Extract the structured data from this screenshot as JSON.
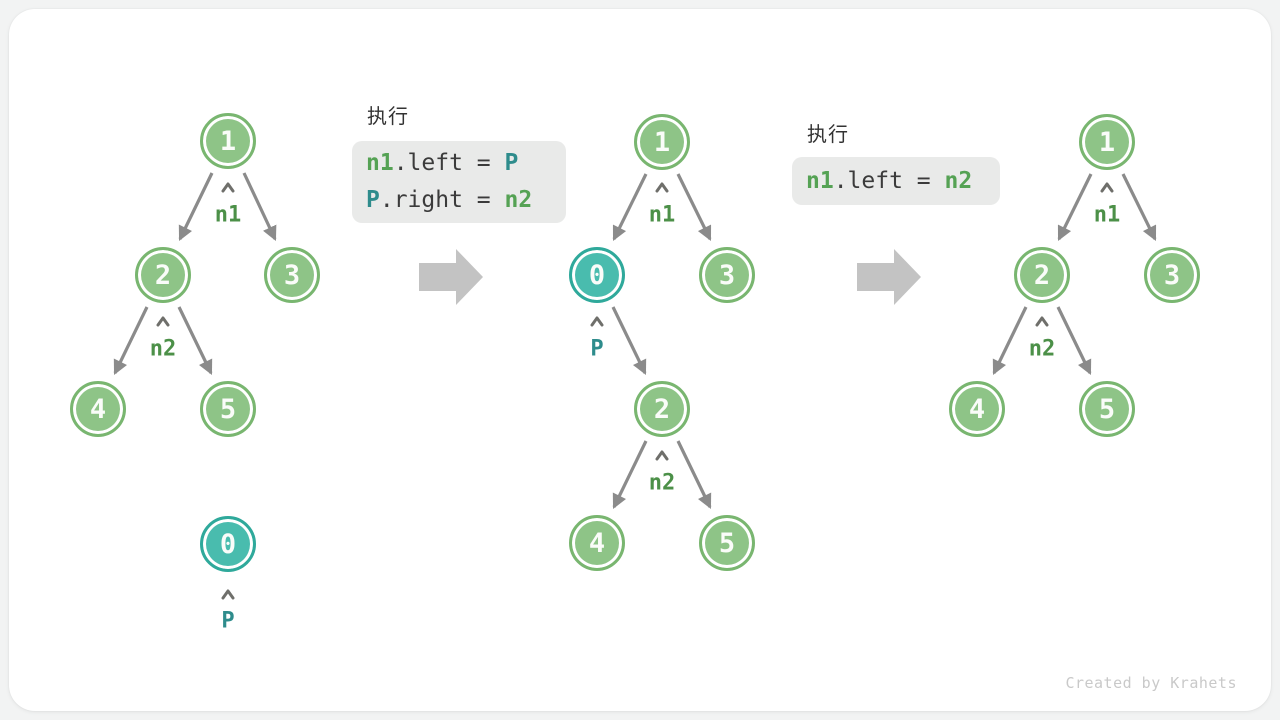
{
  "watermark": "Created by Krahets",
  "colors": {
    "node_green_fill": "#8ec487",
    "node_green_border": "#79b670",
    "node_teal_fill": "#49bcae",
    "node_teal_border": "#2fa99b",
    "pointer_label_green": "#4c9048",
    "pointer_label_teal": "#2e8c8c",
    "code_token_green": "#55a254",
    "code_token_teal": "#2e8c8c",
    "code_box_bg": "#e9eae9",
    "edge_gray": "#8b8b8b",
    "flow_arrow_gray": "#c3c3c3"
  },
  "panels": [
    {
      "exec_label": "执行",
      "code_lines": [
        {
          "segments": [
            {
              "text": "n1"
            },
            {
              "text": ".left = "
            },
            {
              "text": "P"
            }
          ]
        },
        {
          "segments": [
            {
              "text": "P"
            },
            {
              "text": ".right = "
            },
            {
              "text": "n2"
            }
          ]
        }
      ]
    },
    {
      "exec_label": "执行",
      "code_lines": [
        {
          "segments": [
            {
              "text": "n1"
            },
            {
              "text": ".left = "
            },
            {
              "text": "n2"
            }
          ]
        }
      ]
    }
  ],
  "trees": [
    {
      "nodes": [
        {
          "value": "1"
        },
        {
          "value": "2"
        },
        {
          "value": "3"
        },
        {
          "value": "4"
        },
        {
          "value": "5"
        },
        {
          "value": "0"
        }
      ],
      "pointers": [
        {
          "label": "n1"
        },
        {
          "label": "n2"
        },
        {
          "label": "P"
        }
      ]
    },
    {
      "nodes": [
        {
          "value": "1"
        },
        {
          "value": "0"
        },
        {
          "value": "3"
        },
        {
          "value": "2"
        },
        {
          "value": "4"
        },
        {
          "value": "5"
        }
      ],
      "pointers": [
        {
          "label": "n1"
        },
        {
          "label": "P"
        },
        {
          "label": "n2"
        }
      ]
    },
    {
      "nodes": [
        {
          "value": "1"
        },
        {
          "value": "2"
        },
        {
          "value": "3"
        },
        {
          "value": "4"
        },
        {
          "value": "5"
        }
      ],
      "pointers": [
        {
          "label": "n1"
        },
        {
          "label": "n2"
        }
      ]
    }
  ]
}
